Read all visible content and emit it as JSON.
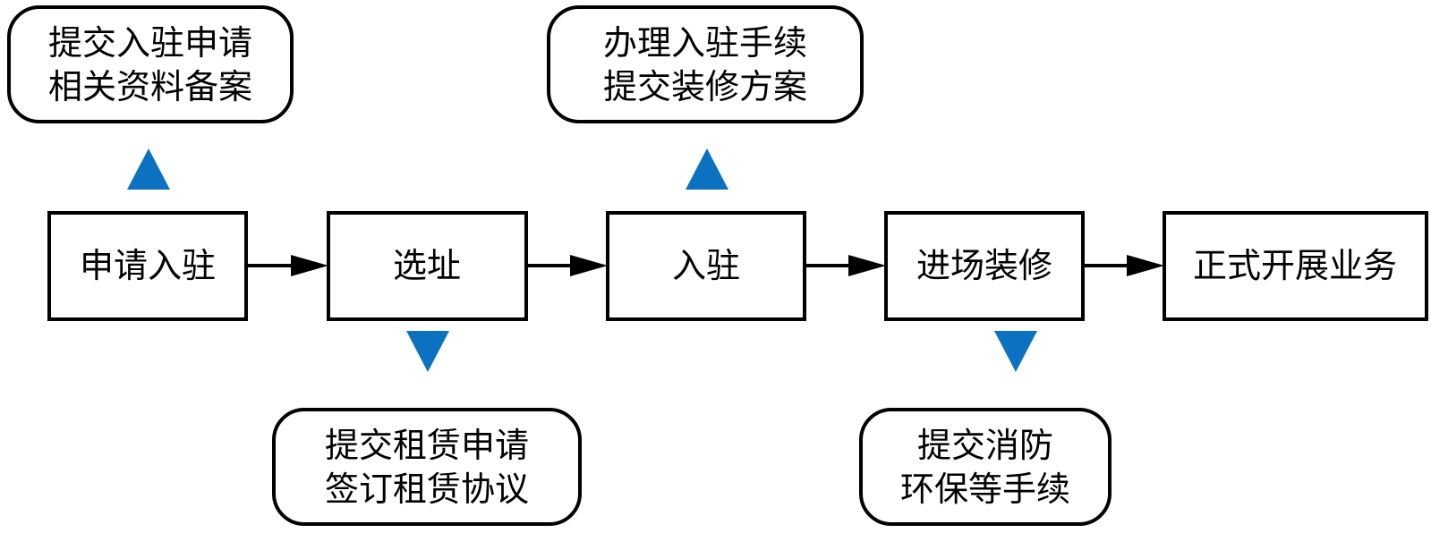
{
  "colors": {
    "pointer": "#0b72c1",
    "stroke": "#000000",
    "background": "#ffffff"
  },
  "steps": [
    {
      "label": "申请入驻"
    },
    {
      "label": "选址"
    },
    {
      "label": "入驻"
    },
    {
      "label": "进场装修"
    },
    {
      "label": "正式开展业务"
    }
  ],
  "notes": {
    "apply": {
      "line1": "提交入驻申请",
      "line2": "相关资料备案"
    },
    "site": {
      "line1": "提交租赁申请",
      "line2": "签订租赁协议"
    },
    "enter": {
      "line1": "办理入驻手续",
      "line2": "提交装修方案"
    },
    "renovate": {
      "line1": "提交消防",
      "line2": "环保等手续"
    }
  }
}
